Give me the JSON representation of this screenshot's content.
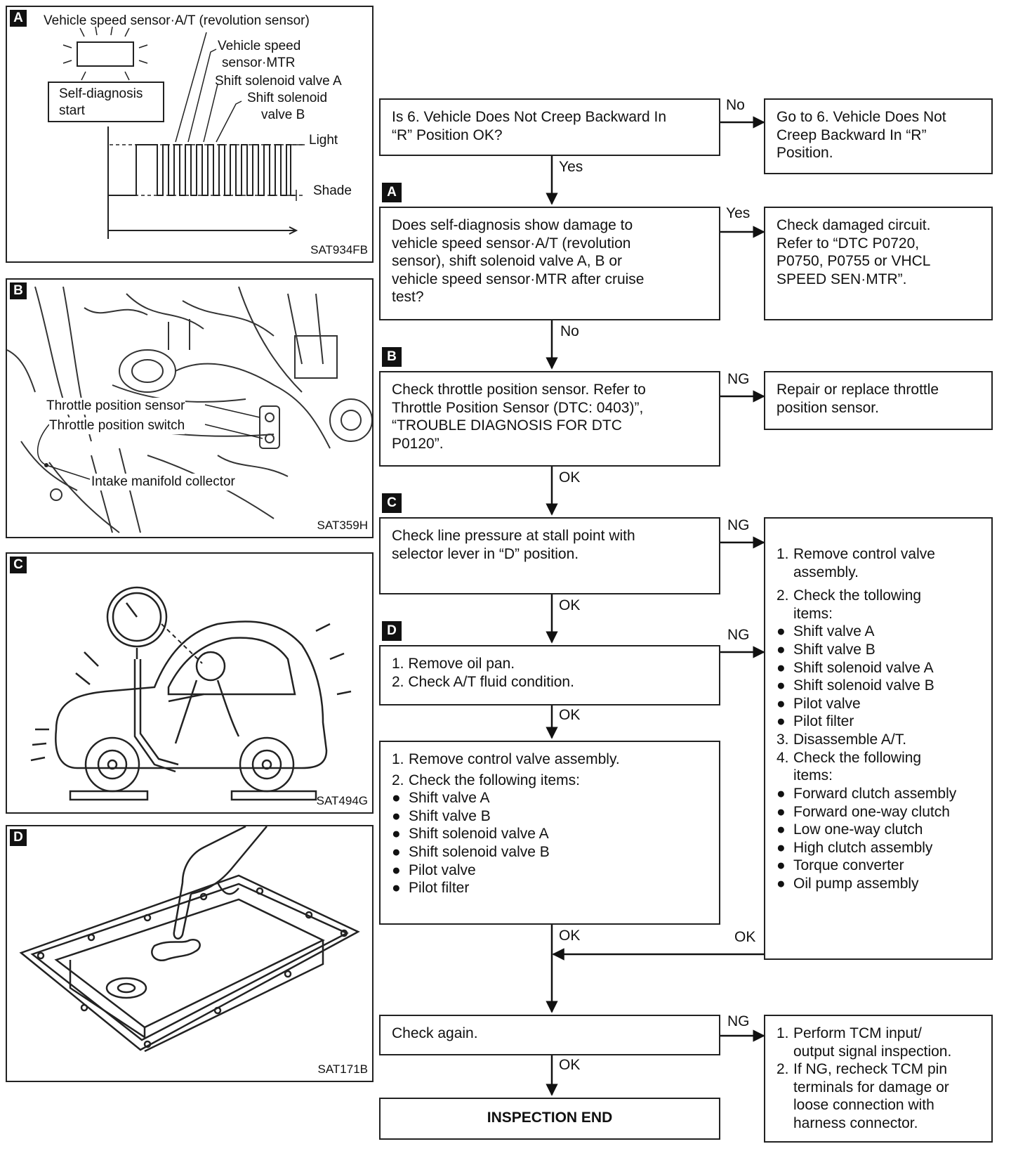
{
  "panels": {
    "a": {
      "badge": "A",
      "title": "Vehicle speed sensor·A/T (revolution sensor)",
      "label_vss_mtr_1": "Vehicle speed",
      "label_vss_mtr_2": "sensor·MTR",
      "label_ssv_a": "Shift solenoid valve A",
      "label_ssv_b_1": "Shift solenoid",
      "label_ssv_b_2": "valve B",
      "self_diag_1": "Self-diagnosis",
      "self_diag_2": "start",
      "light": "Light",
      "shade": "Shade",
      "code": "SAT934FB"
    },
    "b": {
      "badge": "B",
      "tps": "Throttle position sensor",
      "tpsw": "Throttle position switch",
      "intake": "Intake manifold collector",
      "code": "SAT359H"
    },
    "c": {
      "badge": "C",
      "code": "SAT494G"
    },
    "d": {
      "badge": "D",
      "code": "SAT171B"
    }
  },
  "flow": {
    "q1": {
      "line1": "Is 6. Vehicle Does Not Creep Backward In",
      "line2": "“R” Position OK?"
    },
    "r1": {
      "line1": "Go to 6. Vehicle Does Not",
      "line2": "Creep Backward In “R”",
      "line3": "Position."
    },
    "q2": {
      "line1": "Does self-diagnosis show damage to",
      "line2": "vehicle speed sensor·A/T (revolution",
      "line3": "sensor), shift solenoid valve A, B or",
      "line4": "vehicle speed sensor·MTR after cruise",
      "line5": "test?"
    },
    "r2": {
      "line1": "Check damaged circuit.",
      "line2": "Refer to “DTC P0720,",
      "line3": "P0750, P0755 or VHCL",
      "line4": "SPEED SEN·MTR”."
    },
    "q3": {
      "line1": "Check throttle position sensor. Refer to",
      "line2": "Throttle Position Sensor  (DTC: 0403)”,",
      "line3": "“TROUBLE DIAGNOSIS  FOR DTC",
      "line4": "P0120”."
    },
    "r3": {
      "line1": "Repair or replace throttle",
      "line2": "position sensor."
    },
    "q4": {
      "line1": "Check line pressure at stall point with",
      "line2": "selector lever in “D” position."
    },
    "q5": {
      "line1": "1. Remove oil pan.",
      "line2": "2. Check A/T fluid condition."
    },
    "q6": {
      "n1": "1.",
      "t1": "Remove control valve assembly.",
      "n2": "2.",
      "t2": "Check the following items:",
      "items": [
        "Shift valve A",
        "Shift valve B",
        "Shift solenoid valve A",
        "Shift solenoid valve B",
        "Pilot valve",
        "Pilot filter"
      ]
    },
    "big": {
      "n1": "1.",
      "t1a": "Remove control valve",
      "t1b": "assembly.",
      "n2": "2.",
      "t2a": "Check the tollowing",
      "t2b": "items:",
      "items1": [
        "Shift valve A",
        "Shift valve B",
        "Shift solenoid valve A",
        "Shift solenoid valve B",
        "Pilot valve",
        "Pilot filter"
      ],
      "n3": "3.",
      "t3": "Disassemble A/T.",
      "n4": "4.",
      "t4a": "Check the following",
      "t4b": "items:",
      "items2": [
        "Forward clutch assembly",
        "Forward one-way clutch",
        "Low one-way clutch",
        "High clutch assembly",
        "Torque converter",
        "Oil pump assembly"
      ]
    },
    "q7": {
      "line1": "Check again."
    },
    "r7": {
      "n1": "1.",
      "t1a": "Perform TCM input/",
      "t1b": "output signal inspection.",
      "n2": "2.",
      "t2a": "If NG, recheck TCM pin",
      "t2b": "terminals for damage or",
      "t2c": "loose connection with",
      "t2d": "harness connector."
    },
    "end": "INSPECTION END",
    "labels": {
      "no1": "No",
      "yes1": "Yes",
      "yes2": "Yes",
      "no2": "No",
      "ng3": "NG",
      "ok3": "OK",
      "ng4": "NG",
      "ok4": "OK",
      "ng5": "NG",
      "ok5": "OK",
      "ok6": "OK",
      "okbig": "OK",
      "ng7": "NG",
      "ok7": "OK"
    },
    "step_badges": {
      "a": "A",
      "b": "B",
      "c": "C",
      "d": "D"
    }
  }
}
